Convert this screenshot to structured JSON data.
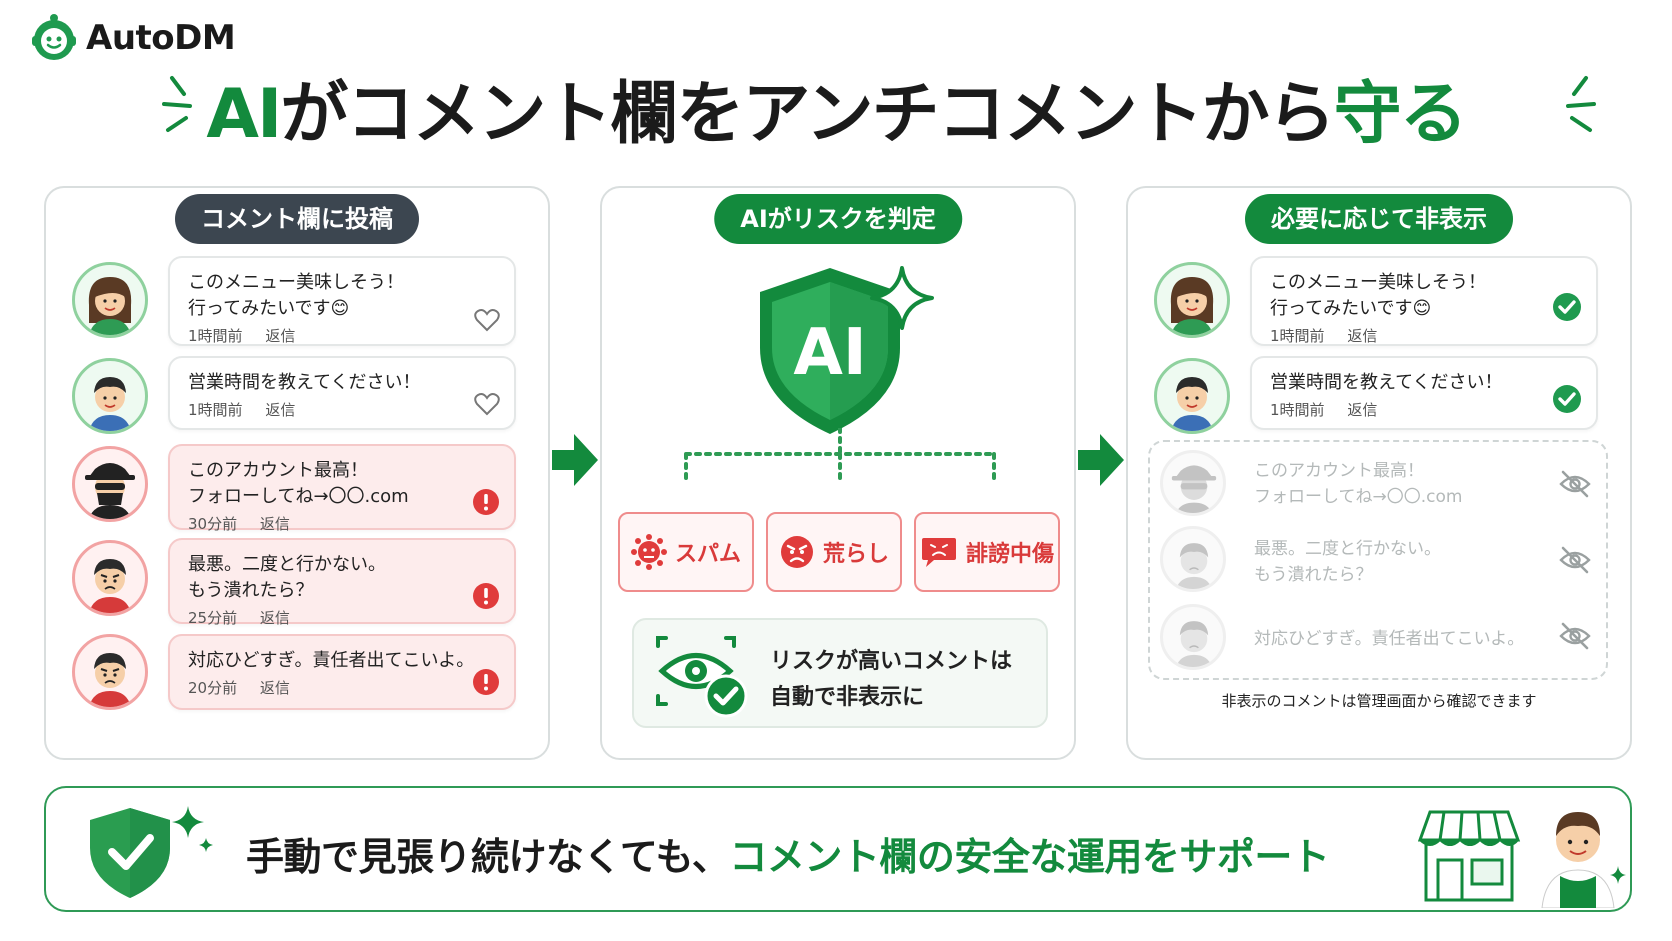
{
  "brand": {
    "name": "AutoDM",
    "green": "#138a3d",
    "light_green": "#8fd19e",
    "danger_red": "#e03b3b"
  },
  "headline": {
    "part1": "AI",
    "part2": "がコメント欄をアンチコメントから",
    "part3": "守る"
  },
  "steps": [
    {
      "label": "コメント欄に投稿",
      "icon": "chat-icon"
    },
    {
      "label": "AIがリスクを判定",
      "icon": "shield-ai-icon"
    },
    {
      "label": "必要に応じて非表示",
      "icon": "eye-off-icon"
    }
  ],
  "comments": [
    {
      "text1": "このメニュー美味しそう！",
      "text2": "行ってみたいです😊",
      "time": "1時間前",
      "reply": "返信",
      "status": "ok"
    },
    {
      "text1": "営業時間を教えてください！",
      "text2": "",
      "time": "1時間前",
      "reply": "返信",
      "status": "ok"
    },
    {
      "text1": "このアカウント最高！",
      "text2": "フォローしてね→〇〇.com",
      "time": "30分前",
      "reply": "返信",
      "status": "risk"
    },
    {
      "text1": "最悪。二度と行かない。",
      "text2": "もう潰れたら？",
      "time": "25分前",
      "reply": "返信",
      "status": "risk"
    },
    {
      "text1": "対応ひどすぎ。責任者出てこいよ。",
      "text2": "",
      "time": "20分前",
      "reply": "返信",
      "status": "risk"
    }
  ],
  "ai": {
    "shield_label": "AI",
    "categories": [
      {
        "label": "スパム",
        "icon": "virus-icon"
      },
      {
        "label": "荒らし",
        "icon": "angry-face-icon"
      },
      {
        "label": "誹謗中傷",
        "icon": "angry-bubble-icon"
      }
    ],
    "result_line1": "リスクが高いコメントは",
    "result_line2": "自動で非表示に"
  },
  "right": {
    "note": "非表示のコメントは管理画面から確認できます"
  },
  "banner": {
    "text_dark": "手動で見張り続けなくても、",
    "text_green": "コメント欄の安全な運用をサポート"
  }
}
